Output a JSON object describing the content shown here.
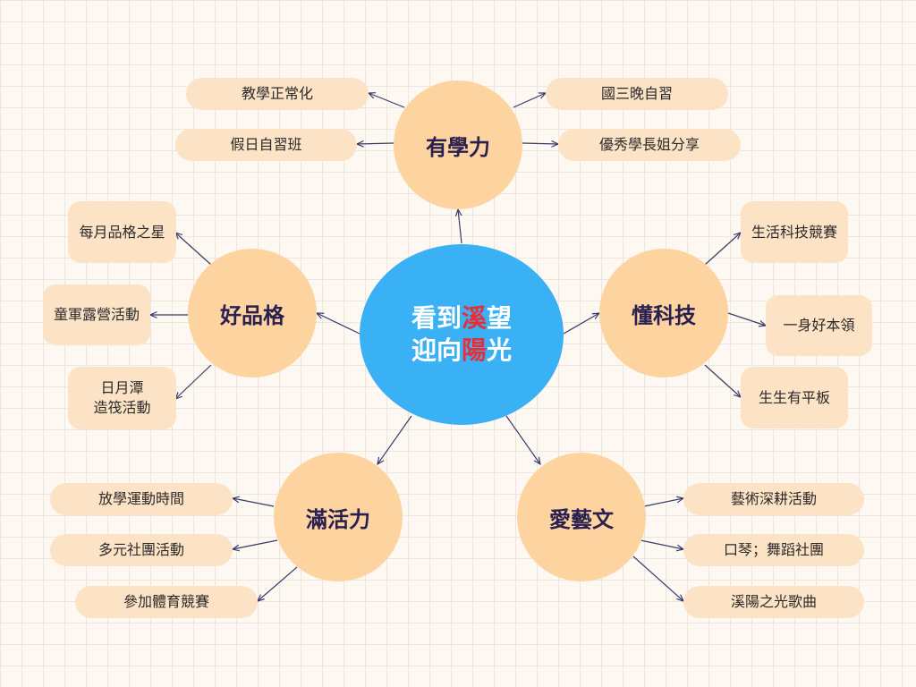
{
  "center": {
    "line1_a": "看到",
    "line1_b": "溪",
    "line1_c": "望",
    "line2_a": "迎向",
    "line2_b": "陽",
    "line2_c": "光"
  },
  "hubs": {
    "learning": "有學力",
    "character": "好品格",
    "technology": "懂科技",
    "vitality": "滿活力",
    "arts": "愛藝文"
  },
  "leaves": {
    "learning": [
      "教學正常化",
      "假日自習班",
      "國三晚自習",
      "優秀學長姐分享"
    ],
    "character": [
      "每月品格之星",
      "童軍露營活動",
      "日月潭",
      "造筏活動"
    ],
    "technology": [
      "生活科技競賽",
      "一身好本領",
      "生生有平板"
    ],
    "vitality": [
      "放學運動時間",
      "多元社團活動",
      "參加體育競賽"
    ],
    "arts": [
      "藝術深耕活動",
      "口琴；舞蹈社團",
      "溪陽之光歌曲"
    ]
  },
  "colors": {
    "center": "#3ab0f5",
    "highlight": "#e5303a",
    "hub": "#fdd3a0",
    "leaf": "#fde3c5",
    "hub_text": "#2a2050",
    "connector": "#3a3a6a"
  }
}
